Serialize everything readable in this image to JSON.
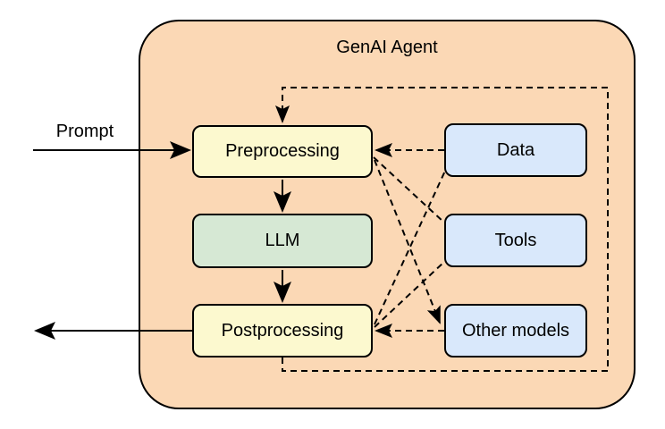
{
  "diagram": {
    "title": "GenAI Agent",
    "input_label": "Prompt",
    "nodes": [
      {
        "id": "preprocessing",
        "label": "Preprocessing",
        "fill": "#FCF9CF"
      },
      {
        "id": "llm",
        "label": "LLM",
        "fill": "#D6E8D4"
      },
      {
        "id": "postprocessing",
        "label": "Postprocessing",
        "fill": "#FCF9CF"
      },
      {
        "id": "data",
        "label": "Data",
        "fill": "#D9E8FB"
      },
      {
        "id": "tools",
        "label": "Tools",
        "fill": "#D9E8FB"
      },
      {
        "id": "other_models",
        "label": "Other models",
        "fill": "#D9E8FB"
      }
    ],
    "edges": [
      {
        "from": "Prompt (external)",
        "to": "Preprocessing",
        "style": "solid-arrow"
      },
      {
        "from": "Preprocessing",
        "to": "LLM",
        "style": "solid-arrow"
      },
      {
        "from": "LLM",
        "to": "Postprocessing",
        "style": "solid-arrow"
      },
      {
        "from": "Postprocessing",
        "to": "output (exits left)",
        "style": "solid-arrow"
      },
      {
        "from": "Postprocessing",
        "to": "Preprocessing",
        "style": "dashed-arrow routed around right side"
      },
      {
        "from": "Data",
        "to": "Preprocessing",
        "style": "dashed-arrow"
      },
      {
        "from": "Preprocessing",
        "to": "Tools",
        "style": "dashed"
      },
      {
        "from": "Preprocessing",
        "to": "Other models",
        "style": "dashed-arrow"
      },
      {
        "from": "Postprocessing",
        "to": "Data",
        "style": "dashed"
      },
      {
        "from": "Postprocessing",
        "to": "Tools",
        "style": "dashed"
      },
      {
        "from": "Other models",
        "to": "Postprocessing",
        "style": "dashed-arrow"
      }
    ],
    "colors": {
      "container_fill": "#FBD8B5",
      "stroke": "#000000",
      "yellow_node": "#FCF9CF",
      "green_node": "#D6E8D4",
      "blue_node": "#D9E8FB",
      "background": "#FFFFFF"
    }
  }
}
